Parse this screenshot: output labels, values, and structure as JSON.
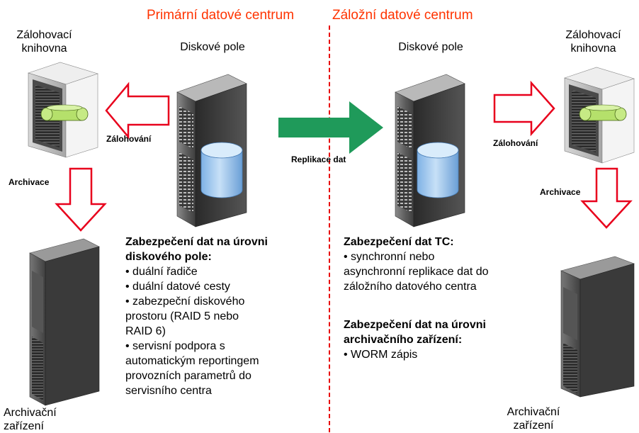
{
  "titles": {
    "primary": "Primární datové centrum",
    "backup": "Záložní datové centrum"
  },
  "left": {
    "library_label": "Zálohovací\nknihovna",
    "disk_label": "Diskové pole",
    "backup_arrow_label": "Zálohování",
    "archive_arrow_label": "Archivace",
    "archive_device_label": "Archivační\nzařízení"
  },
  "right": {
    "library_label": "Zálohovací\nknihovna",
    "disk_label": "Diskové pole",
    "backup_arrow_label": "Zálohování",
    "archive_arrow_label": "Archivace",
    "archive_device_label": "Archivační\nzařízení"
  },
  "replication_label": "Replikace dat",
  "disk_security": {
    "heading": "Zabezpečení dat na úrovni\ndiskového pole:",
    "items": [
      "• duální řadiče",
      "• duální datové cesty",
      "• zabezpeční diskového\nprostoru (RAID 5 nebo\nRAID 6)",
      "• servisní podpora s\nautomatickým reportingem\nprovozních parametrů do\nservisního centra"
    ]
  },
  "tc_security": {
    "heading": "Zabezpečení dat TC:",
    "items": [
      "• synchronní nebo\nasynchronní replikace dat do\nzáložního datového centra"
    ]
  },
  "archive_security": {
    "heading": "Zabezpečení dat na úrovni\narchivačního zařízení:",
    "items": [
      "• WORM zápis"
    ]
  },
  "colors": {
    "title_red": "#ff3300",
    "arrow_red": "#e8001c",
    "replication_green": "#1f9a5a",
    "cylinder_blue": "#a9cdf0",
    "tape_green": "#b5e06b"
  }
}
